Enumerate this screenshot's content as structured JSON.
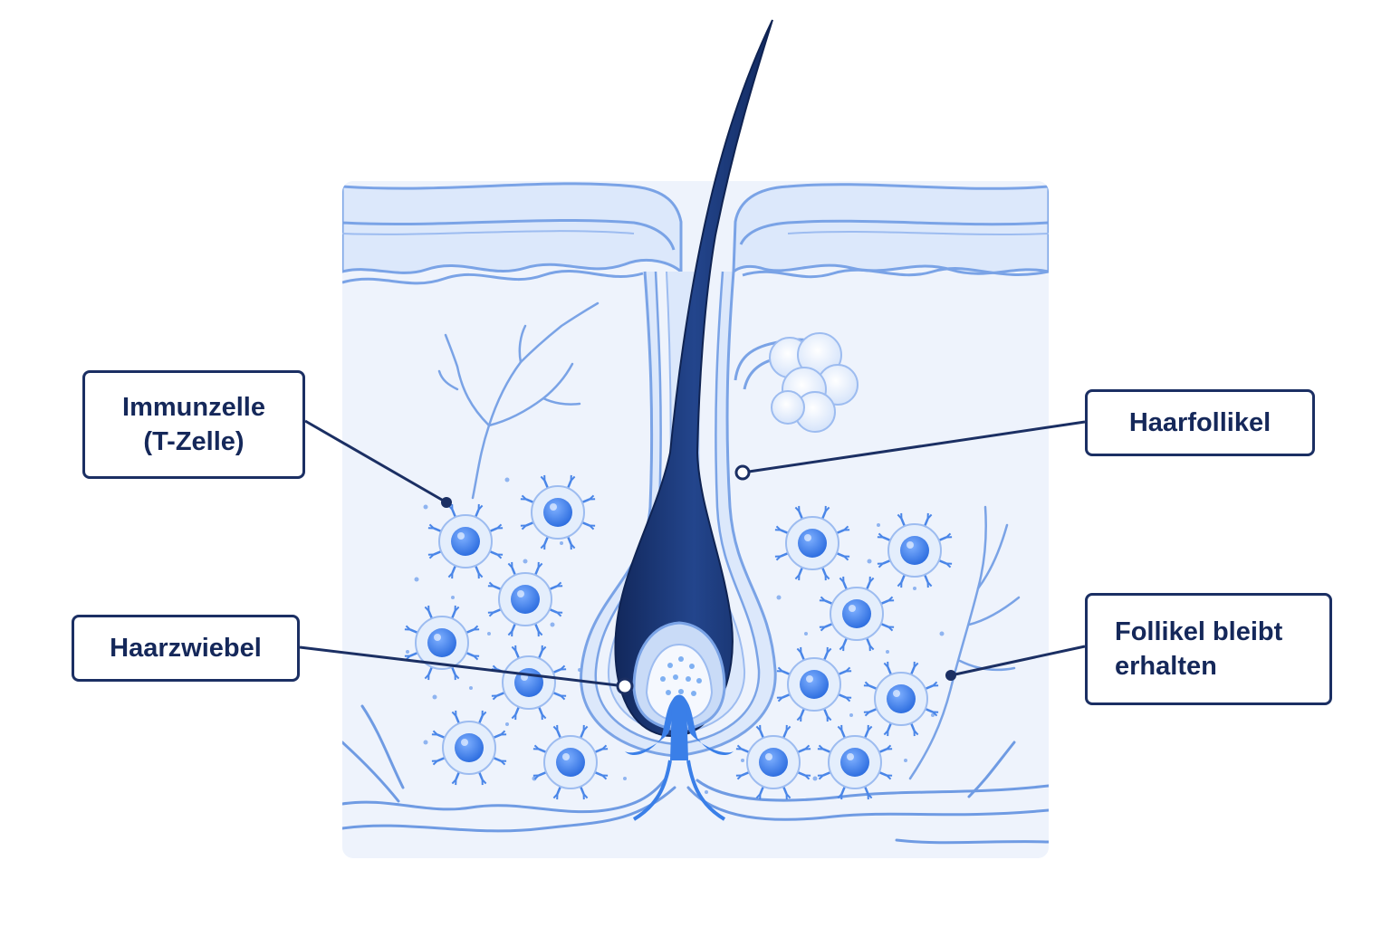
{
  "labels": {
    "immune_cell": {
      "line1": "Immunzelle",
      "line2": "(T-Zelle)"
    },
    "hair_follicle": "Haarfollikel",
    "hair_bulb": "Haarzwiebel",
    "follicle_preserved": {
      "line1": "Follikel bleibt",
      "line2": "erhalten"
    }
  },
  "colors": {
    "tissue_background": "#eef3fc",
    "skin_layer_light": "#dce8fb",
    "skin_layer_mid": "#c9dbf7",
    "outline_blue": "#7aa3e6",
    "hair_shaft": "#1a3470",
    "immune_cell_nucleus": "#3a7fe8",
    "immune_cell_ring": "#e4eefc",
    "label_border": "#1b2f63",
    "label_text": "#15285a",
    "leader_line": "#1b2f63"
  },
  "icons": {
    "immune_cell": "t-cell-icon",
    "sebaceous_gland": "sebaceous-gland-icon",
    "blood_vessel": "capillary-icon"
  }
}
